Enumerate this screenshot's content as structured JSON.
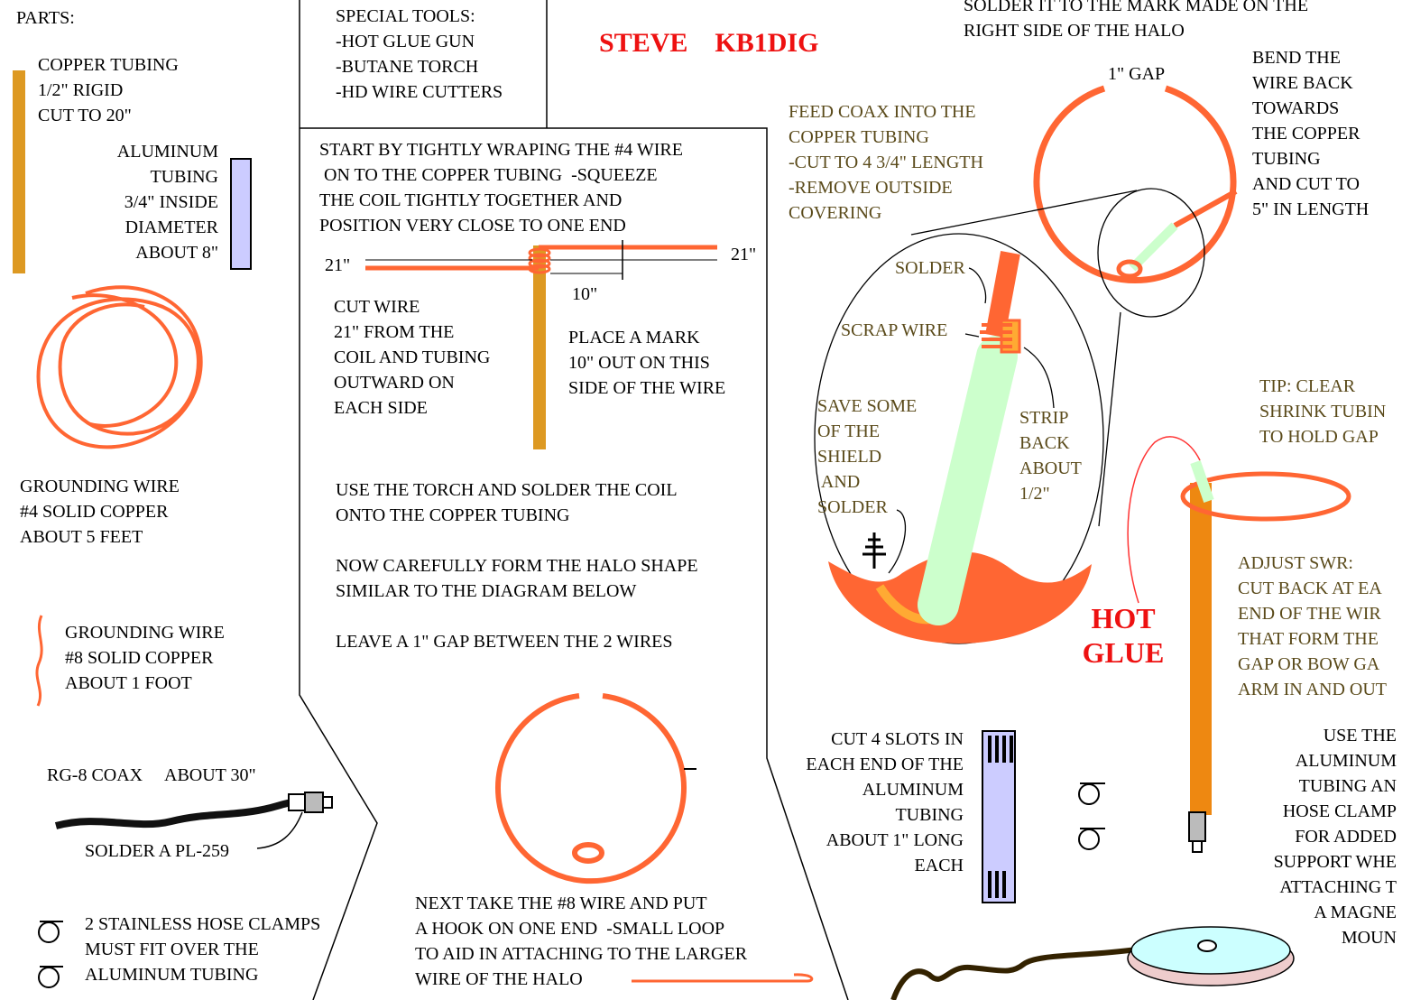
{
  "title": "STEVE    KB1DIG",
  "parts": {
    "heading": "PARTS:",
    "copper_tubing": "COPPER TUBING\n1/2\" RIGID\nCUT TO 20\"",
    "aluminum_tubing": "ALUMINUM\nTUBING\n3/4\" INSIDE\nDIAMETER\nABOUT 8\"",
    "grounding_wire_4": "GROUNDING WIRE\n#4 SOLID COPPER\nABOUT 5 FEET",
    "grounding_wire_8": "GROUNDING WIRE\n#8 SOLID COPPER\nABOUT 1 FOOT",
    "coax": "RG-8 COAX     ABOUT 30\"",
    "solder_pl259": "SOLDER A PL-259",
    "hose_clamps": "2 STAINLESS HOSE CLAMPS\nMUST FIT OVER THE\nALUMINUM TUBING"
  },
  "tools": {
    "text": "SPECIAL TOOLS:\n-HOT GLUE GUN\n-BUTANE TORCH\n-HD WIRE CUTTERS"
  },
  "steps": {
    "wrap": "START BY TIGHTLY WRAPING THE #4 WIRE\n ON TO THE COPPER TUBING  -SQUEEZE\nTHE COIL TIGHTLY TOGETHER AND\nPOSITION VERY CLOSE TO ONE END",
    "dim_left": "21\"",
    "dim_right": "21\"",
    "dim_mark": "10\"",
    "cut_wire": "CUT WIRE\n21\" FROM THE\nCOIL AND TUBING\nOUTWARD ON\nEACH SIDE",
    "place_mark": "PLACE A MARK\n10\" OUT ON THIS\nSIDE OF THE WIRE",
    "torch": "USE THE TORCH AND SOLDER THE COIL\nONTO THE COPPER TUBING",
    "form_halo": "NOW CAREFULLY FORM THE HALO SHAPE\nSIMILAR TO THE DIAGRAM BELOW",
    "gap": "LEAVE A 1\" GAP BETWEEN THE 2 WIRES",
    "hook": "NEXT TAKE THE #8 WIRE AND PUT\nA HOOK ON ONE END  -SMALL LOOP\nTO AID IN ATTACHING TO THE LARGER\nWIRE OF THE HALO"
  },
  "right": {
    "solder_mark": "SOLDER IT TO THE MARK MADE ON THE\nRIGHT SIDE OF THE HALO",
    "gap_label": "1\" GAP",
    "bend_wire": "BEND THE\nWIRE BACK\nTOWARDS\nTHE COPPER\nTUBING\nAND CUT TO\n5\" IN LENGTH",
    "feed_coax": "FEED COAX INTO THE\nCOPPER TUBING\n-CUT TO 4 3/4\" LENGTH\n-REMOVE OUTSIDE\nCOVERING",
    "solder_label": "SOLDER",
    "scrap_wire": "SCRAP WIRE",
    "save_shield": "SAVE SOME\nOF THE\nSHIELD\n AND\nSOLDER",
    "strip_back": "STRIP\nBACK\nABOUT\n1/2\"",
    "tip": "TIP: CLEAR\nSHRINK TUBIN\nTO HOLD GAP",
    "hot_glue": "HOT\nGLUE",
    "adjust_swr": "ADJUST SWR:\nCUT BACK AT EA\nEND OF THE WIR\nTHAT FORM THE\nGAP OR BOW GA\nARM IN AND OUT",
    "cut_slots": "CUT 4 SLOTS IN\nEACH END OF THE\nALUMINUM\nTUBING\nABOUT 1\" LONG\nEACH",
    "use_aluminum": "USE THE\nALUMINUM\nTUBING AN\nHOSE CLAMP\nFOR ADDED\nSUPPORT WHE\nATTACHING T\nA MAGNE\nMOUN"
  },
  "colors": {
    "wire": "#ff6633",
    "copper": "#dd9922",
    "aluminum": "#ccccff",
    "coax_inner": "#ccffcc",
    "olive_text": "#5a4a1a",
    "accent_red": "#ee1111"
  }
}
